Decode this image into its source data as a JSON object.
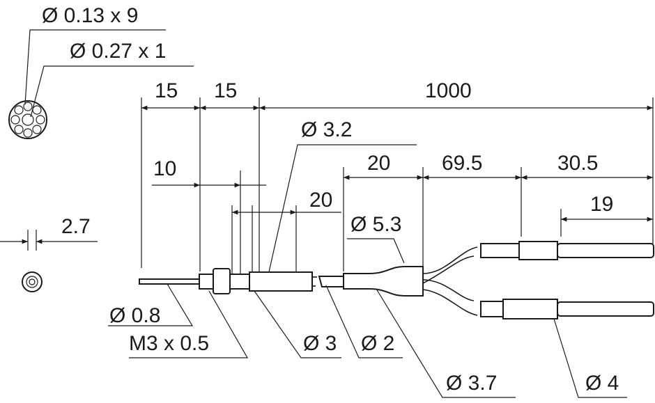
{
  "labels": {
    "fiber_diam_small": "Ø 0.13 x 9",
    "fiber_diam_large": "Ø 0.27 x 1",
    "dim_15_a": "15",
    "dim_15_b": "15",
    "dim_1000": "1000",
    "diam_3_2": "Ø 3.2",
    "dim_10": "10",
    "dim_20_small": "20",
    "dim_20": "20",
    "dim_69_5": "69.5",
    "dim_30_5": "30.5",
    "dim_19": "19",
    "diam_5_3": "Ø 5.3",
    "dim_2_7": "2.7",
    "diam_0_8": "Ø 0.8",
    "thread_m3": "M3 x 0.5",
    "diam_3": "Ø 3",
    "diam_2": "Ø 2",
    "diam_3_7": "Ø 3.7",
    "diam_4": "Ø 4"
  }
}
